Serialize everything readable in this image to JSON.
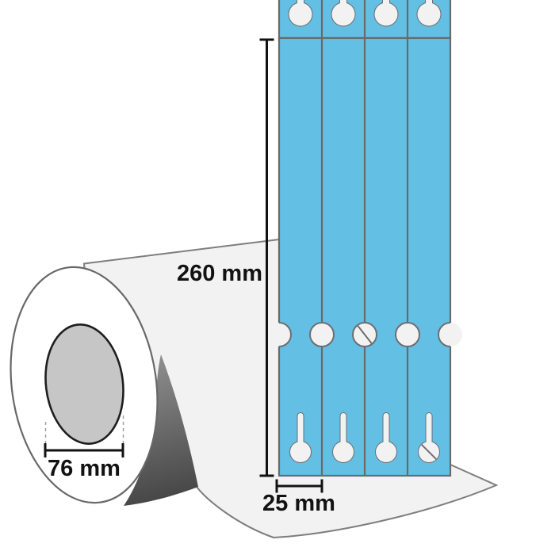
{
  "diagram": {
    "dimension_labels": {
      "strip_length": "260 mm",
      "core_diameter": "76 mm",
      "strip_width": "25 mm"
    },
    "strips": {
      "count": 4,
      "rows_visible": 2,
      "color": "#64bfe4",
      "border_color": "#6a6a6a",
      "slashed_middle_hole_index": 3,
      "slashed_bottom_keyhole_index": 4
    },
    "colors": {
      "background": "#ffffff",
      "liner": "#f2f2f2",
      "liner_border": "#7e7e7e",
      "hole_fill": "#f2f2f2",
      "hole_border": "#6e6e6e",
      "roll_face": "#ffffff",
      "roll_border": "#686868",
      "core_fill": "#c6c6c6",
      "core_border": "#1e1e1e",
      "web_shadow_light": "#8e8e8e",
      "web_shadow_dark": "#454545",
      "dimension_line": "#121212"
    }
  }
}
